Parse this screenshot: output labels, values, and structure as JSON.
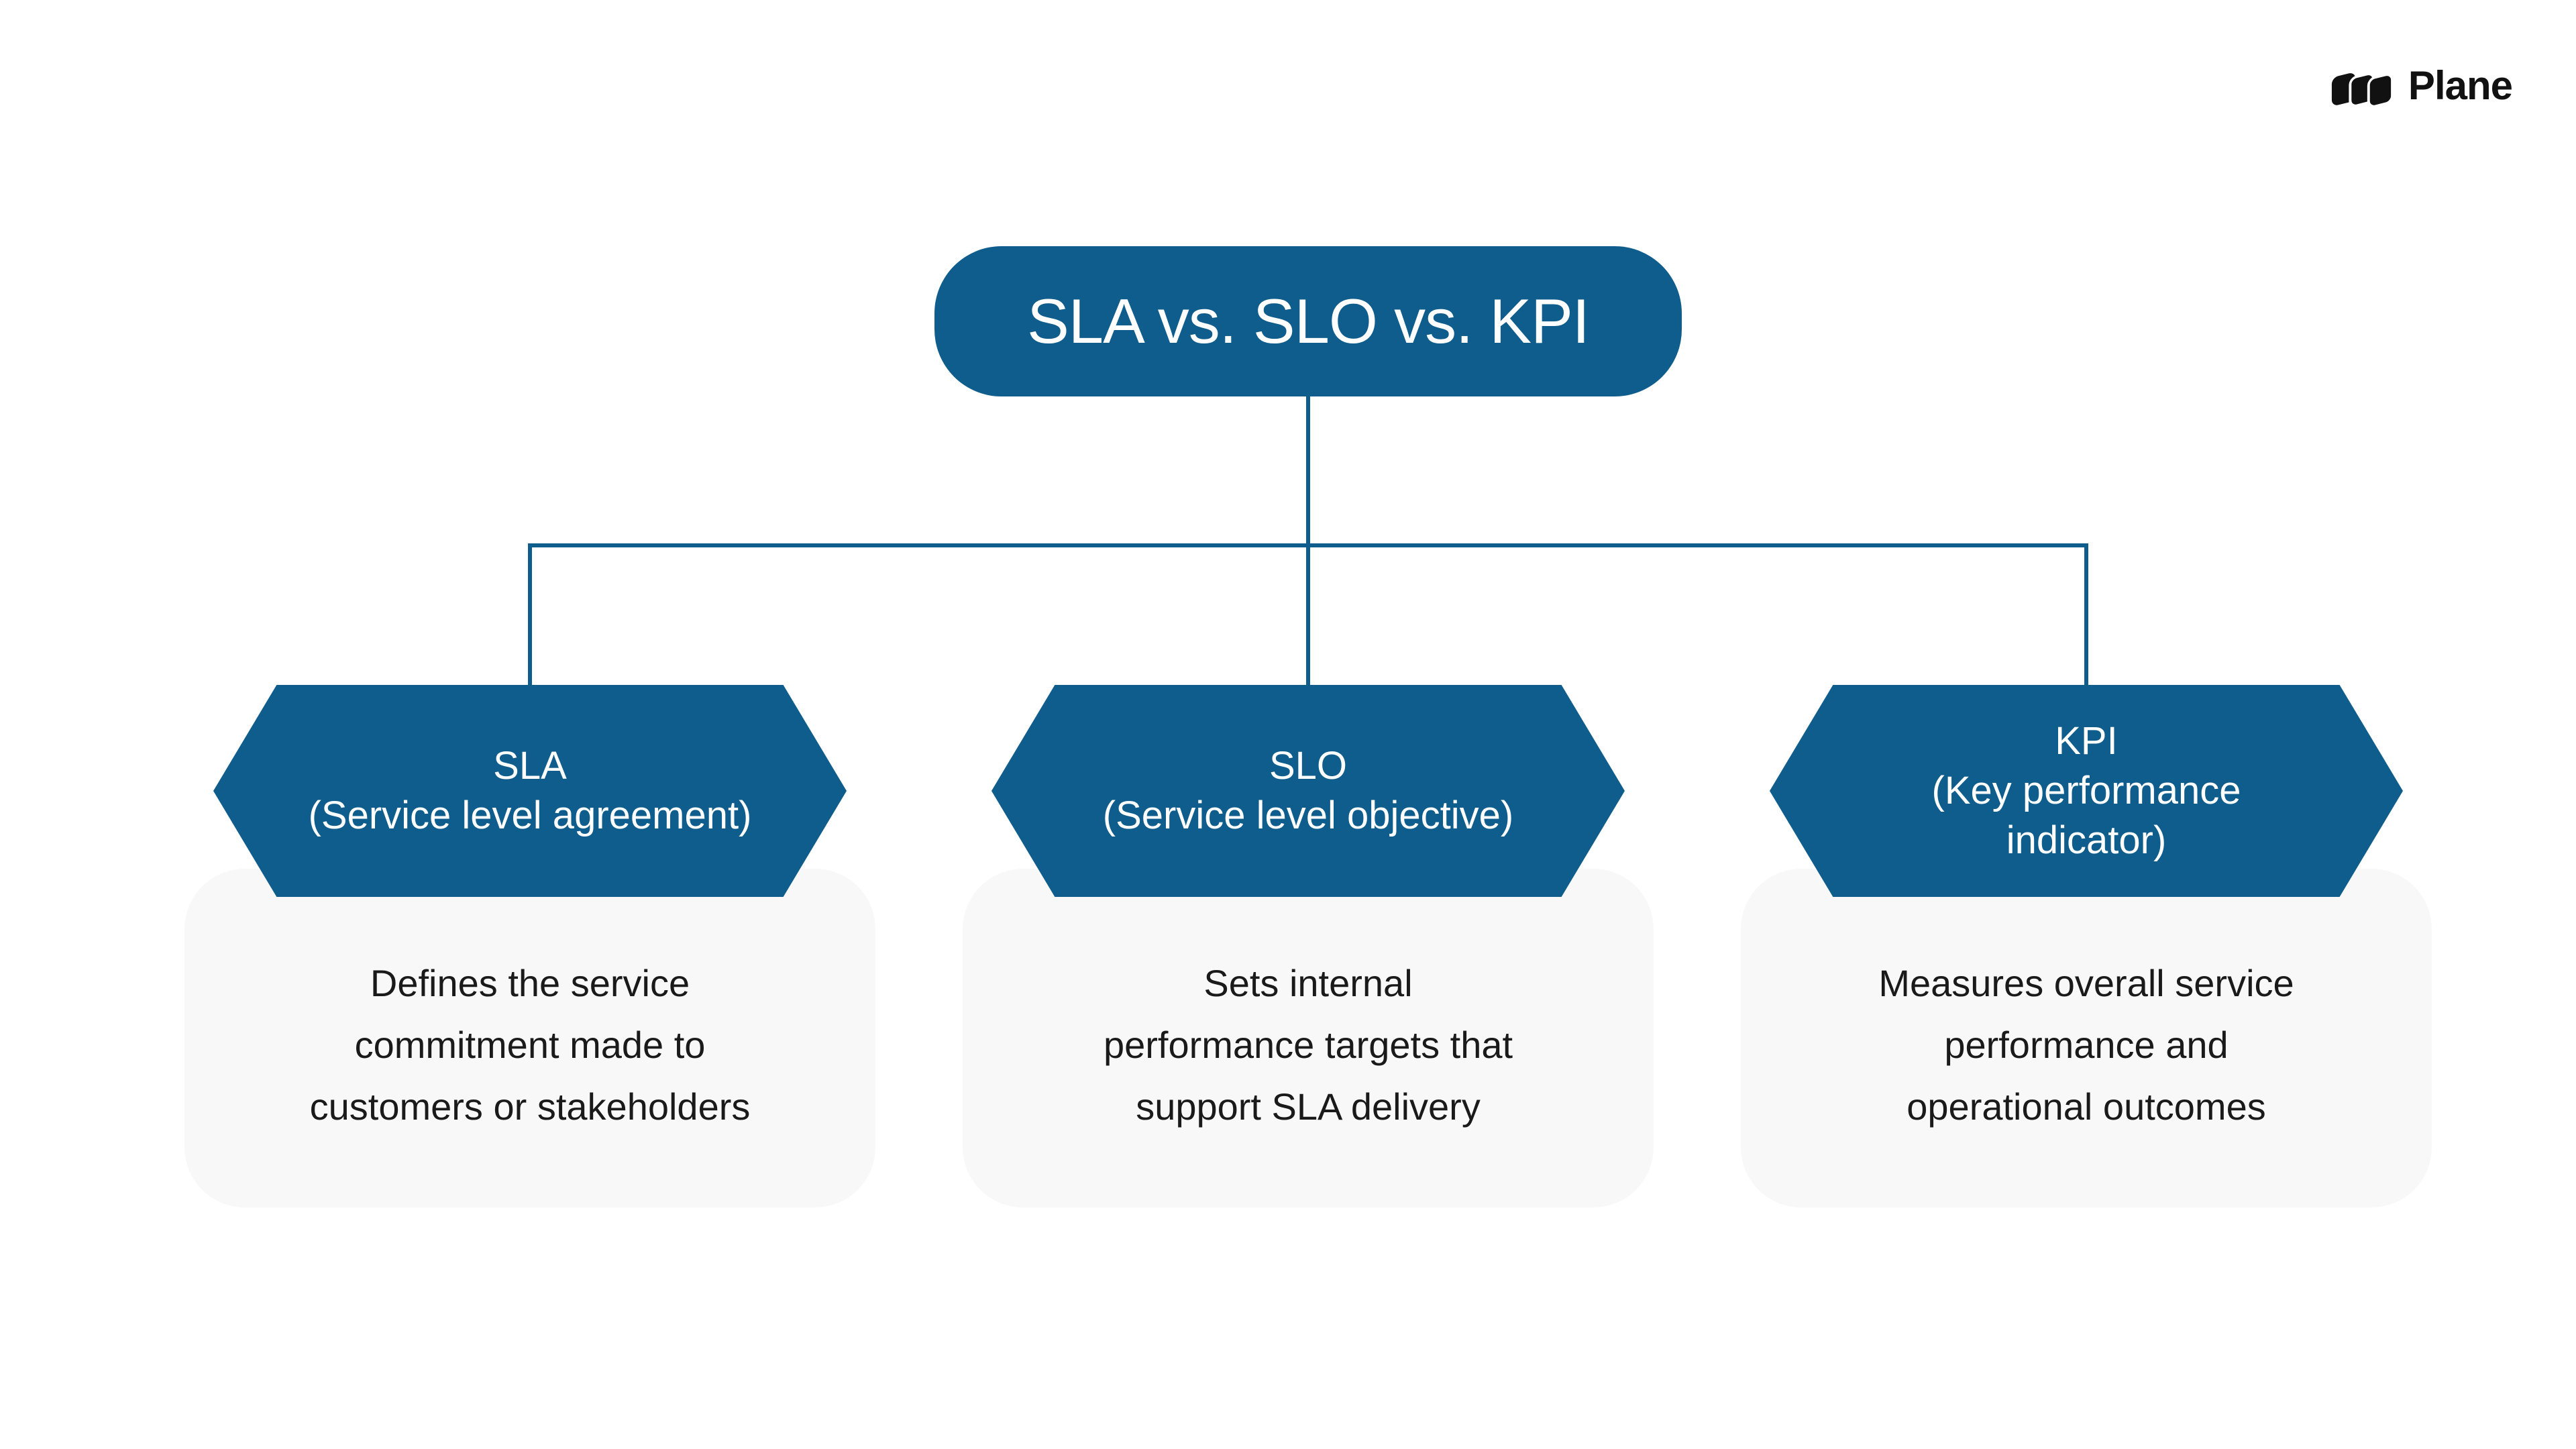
{
  "logo": {
    "text": "Plane",
    "icon": "plane-logo-mark"
  },
  "title": {
    "label": "SLA vs. SLO vs. KPI"
  },
  "colors": {
    "primary": "#0e5d8c",
    "card_bg": "#f8f8f8",
    "text_dark": "#1a1a1a",
    "text_light": "#ffffff",
    "logo_ink": "#111111"
  },
  "columns": [
    {
      "id": "sla",
      "hex_line1": "SLA",
      "hex_line2": "(Service level agreement)",
      "hex_line3": "",
      "desc_line1": "Defines the service",
      "desc_line2": "commitment made to",
      "desc_line3": "customers or stakeholders"
    },
    {
      "id": "slo",
      "hex_line1": "SLO",
      "hex_line2": "(Service level objective)",
      "hex_line3": "",
      "desc_line1": "Sets internal",
      "desc_line2": "performance targets that",
      "desc_line3": "support SLA delivery"
    },
    {
      "id": "kpi",
      "hex_line1": "KPI",
      "hex_line2": "(Key performance",
      "hex_line3": "indicator)",
      "desc_line1": "Measures overall service",
      "desc_line2": "performance and",
      "desc_line3": "operational outcomes"
    }
  ]
}
